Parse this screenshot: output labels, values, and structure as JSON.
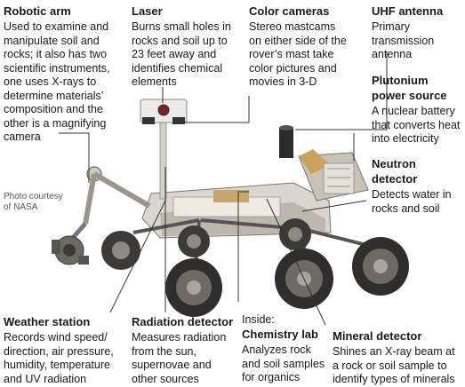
{
  "credit": "Photo courtesy\nof NASA",
  "callouts": {
    "robotic_arm": {
      "title": "Robotic arm",
      "desc": "Used to examine and\nmanipulate soil and\nrocks; it also has two\nscientific instruments,\none uses X-rays to\ndetermine materials’\ncomposition and the\nother is a magnifying\ncamera"
    },
    "laser": {
      "title": "Laser",
      "desc": "Burns small holes in\nrocks and soil up to\n23 feet away and\nidentifies chemical\nelements"
    },
    "color_cameras": {
      "title": "Color cameras",
      "desc": "Stereo mastcams\non either side of the\nrover’s mast take\ncolor pictures and\nmovies in 3-D"
    },
    "uhf_antenna": {
      "title": "UHF antenna",
      "desc": "Primary\ntransmission\nantenna"
    },
    "plutonium": {
      "title": "Plutonium\npower source",
      "desc": "A nuclear battery\nthat converts heat\ninto electricity"
    },
    "neutron": {
      "title": "Neutron\ndetector",
      "desc": "Detects water in\nrocks and soil"
    },
    "weather": {
      "title": "Weather station",
      "desc": "Records wind speed/\ndirection, air pressure,\nhumidity, temperature\nand UV radiation"
    },
    "radiation": {
      "title": "Radiation detector",
      "desc": "Measures radiation\nfrom the sun,\nsupernovae and\nother sources"
    },
    "chemistry": {
      "prefix": "Inside:",
      "title": "Chemistry lab",
      "desc": "Analyzes rock\nand soil samples\nfor organics"
    },
    "mineral": {
      "title": "Mineral detector",
      "desc": "Shines an X-ray beam at\na rock or soil sample to\nidentify types of minerals"
    }
  }
}
